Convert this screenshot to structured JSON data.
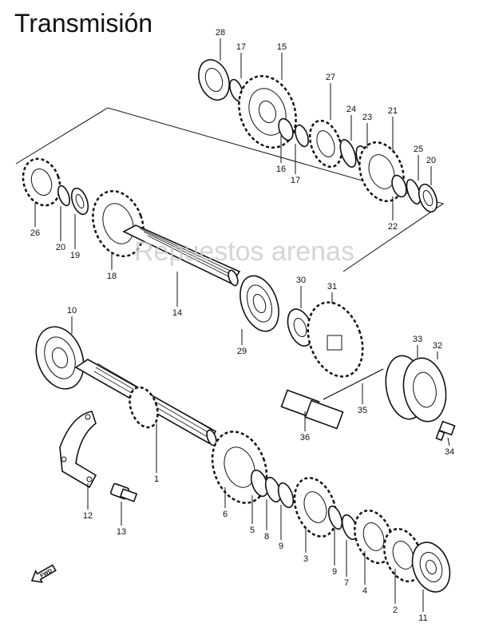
{
  "title": "Transmisión",
  "watermark": "Repuestos arenas",
  "direction_marker": "FWD",
  "callouts": [
    "1",
    "2",
    "3",
    "4",
    "5",
    "6",
    "7",
    "8",
    "9",
    "9",
    "10",
    "11",
    "12",
    "13",
    "14",
    "15",
    "16",
    "17",
    "17",
    "18",
    "19",
    "20",
    "20",
    "21",
    "22",
    "23",
    "24",
    "25",
    "26",
    "27",
    "28",
    "29",
    "30",
    "31",
    "32",
    "33",
    "34",
    "35",
    "36"
  ]
}
